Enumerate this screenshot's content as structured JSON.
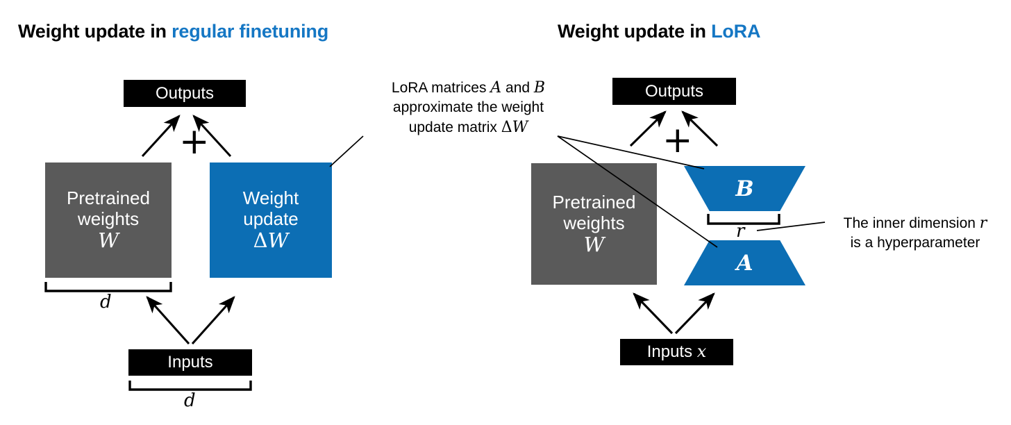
{
  "titles": {
    "left_prefix": "Weight update in ",
    "left_accent": "regular finetuning",
    "right_prefix": "Weight update in ",
    "right_accent": "LoRA",
    "accent_color": "#1577c4"
  },
  "colors": {
    "blue": "#0c6eb4",
    "gray": "#5a5a5a",
    "black": "#000000",
    "background": "#ffffff"
  },
  "left_panel": {
    "outputs_label": "Outputs",
    "pretrained_line1": "Pretrained",
    "pretrained_line2": "weights",
    "pretrained_symbol": "W",
    "weight_update_line1": "Weight",
    "weight_update_line2": "update",
    "weight_update_symbol_delta": "Δ",
    "weight_update_symbol_w": "W",
    "plus_sign": "+",
    "inputs_label": "Inputs",
    "dim_weights": "d",
    "dim_inputs": "d"
  },
  "right_panel": {
    "outputs_label": "Outputs",
    "pretrained_line1": "Pretrained",
    "pretrained_line2": "weights",
    "pretrained_symbol": "W",
    "matrix_b_label": "B",
    "matrix_a_label": "A",
    "plus_sign": "+",
    "inputs_label": "Inputs ",
    "inputs_symbol": "x",
    "dim_r": "r"
  },
  "annotations": {
    "lora_caption": {
      "line1_a": "LoRA matrices ",
      "line1_m1": "A",
      "line1_b": " and ",
      "line1_m2": "B",
      "line2": "approximate the weight",
      "line3_a": "update matrix ",
      "line3_delta": "Δ",
      "line3_w": "W"
    },
    "r_caption": {
      "line1_a": "The inner dimension ",
      "line1_m": "r",
      "line2": "is a hyperparameter"
    }
  }
}
